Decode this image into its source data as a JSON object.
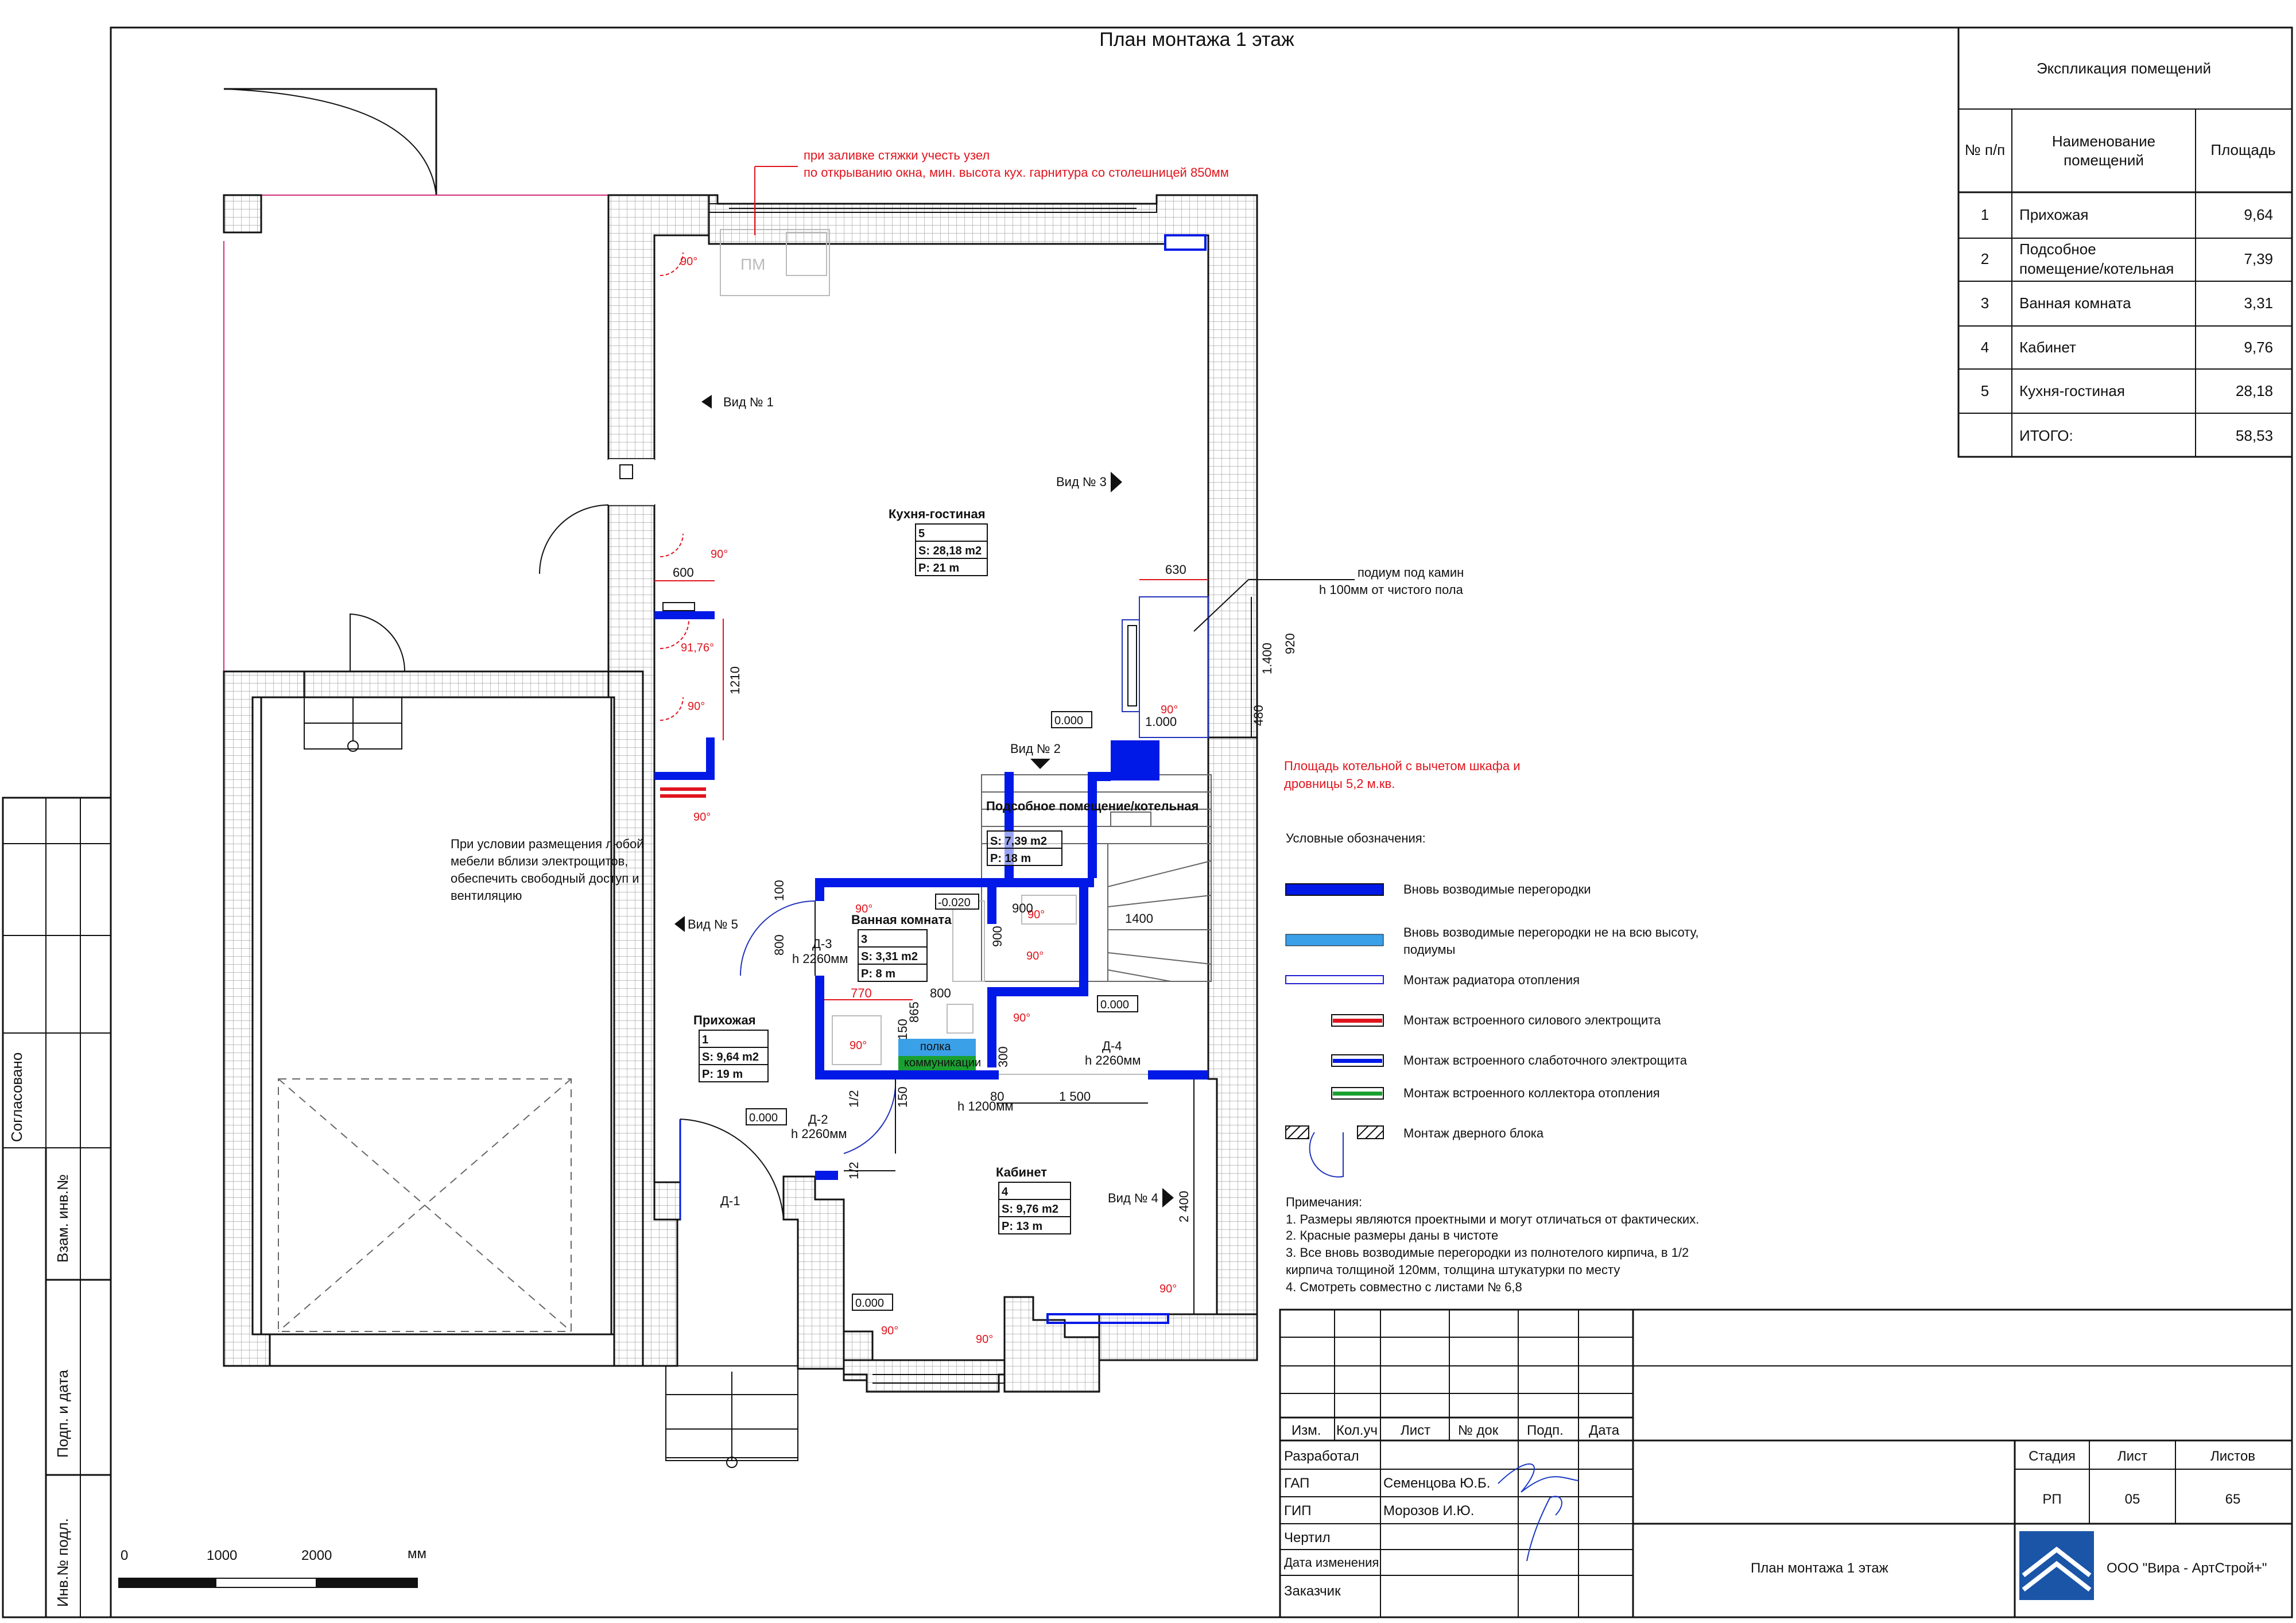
{
  "sheet": {
    "title": "План монтажа 1 этаж",
    "scale": {
      "t0": "0",
      "t1": "1000",
      "t2": "2000",
      "unit": "мм"
    }
  },
  "notes": {
    "screed1": "при заливке стяжки учесть узел",
    "screed2": "по открыванию окна, мин. высота кух. гарнитура со столешницей 850мм",
    "podium1": "подиум под камин",
    "podium2": "h 100мм от чистого пола",
    "boiler1": "Площадь котельной с вычетом шкафа и",
    "boiler2": "дровницы 5,2 м.кв.",
    "furn1": "При условии размещения любой",
    "furn2": "мебели вблизи электрощитов,",
    "furn3": "обеспечить свободный доступ и",
    "furn4": "вентиляцию"
  },
  "rooms": {
    "kitchen": {
      "name": "Кухня-гостиная",
      "num": "5",
      "s": "S: 28,18 m2",
      "p": "P: 21 m"
    },
    "utility": {
      "name": "Подсобное помещение/котельная",
      "s": "S: 7,39 m2",
      "p": "P: 18 m"
    },
    "bath": {
      "name": "Ванная комната",
      "num": "3",
      "s": "S: 3,31 m2",
      "p": "P: 8 m"
    },
    "hall": {
      "name": "Прихожая",
      "num": "1",
      "s": "S: 9,64 m2",
      "p": "P: 19 m"
    },
    "office": {
      "name": "Кабинет",
      "num": "4",
      "s": "S: 9,76 m2",
      "p": "P: 13 m"
    }
  },
  "views": {
    "v1": "Вид № 1",
    "v2": "Вид № 2",
    "v3": "Вид № 3",
    "v4": "Вид № 4",
    "v5": "Вид № 5"
  },
  "doors": {
    "d1": "Д-1",
    "d2": "Д-2",
    "d2h": "h 2260мм",
    "d3": "Д-3",
    "d3h": "h 2260мм",
    "d4": "Д-4",
    "d4h": "h 2260мм"
  },
  "labels": {
    "pm": "ПМ",
    "niche1": "полка",
    "niche2": "коммуникации",
    "h1200": "h 1200мм",
    "lvl0": "0.000",
    "lvlm": "-0.020",
    "a90": "90°",
    "a9176": "91,76°"
  },
  "dims": {
    "d600": "600",
    "d1210": "1210",
    "d630": "630",
    "d1400": "1.400",
    "d920": "920",
    "d480": "480",
    "d1000": "1.000",
    "d900": "900",
    "d1400b": "1400",
    "d100": "100",
    "d800": "800",
    "d770": "770",
    "d865": "865",
    "d150": "150",
    "d300": "300",
    "d80": "80",
    "d1500": "1 500",
    "d12": "1/2",
    "d2400": "2 400"
  },
  "explication": {
    "title": "Экспликация помещений",
    "h_num": "№ п/п",
    "h_name1": "Наименование",
    "h_name2": "помещений",
    "h_area": "Площадь",
    "rows": [
      {
        "n": "1",
        "name": "Прихожая",
        "area": "9,64"
      },
      {
        "n": "2",
        "name": "Подсобное",
        "name2": "помещение/котельная",
        "area": "7,39"
      },
      {
        "n": "3",
        "name": "Ванная комната",
        "area": "3,31"
      },
      {
        "n": "4",
        "name": "Кабинет",
        "area": "9,76"
      },
      {
        "n": "5",
        "name": "Кухня-гостиная",
        "area": "28,18"
      }
    ],
    "total_label": "ИТОГО:",
    "total": "58,53"
  },
  "legend": {
    "title": "Условные обозначения:",
    "items": [
      {
        "label": "Вновь возводимые перегородки",
        "color": "#0019e6"
      },
      {
        "label": "Вновь возводимые перегородки не на всю высоту,",
        "label2": "подиумы",
        "color": "#3aa0e8"
      },
      {
        "label": "Монтаж радиатора отопления",
        "color": "#2020d0"
      },
      {
        "label": "Монтаж встроенного силового электрощита",
        "color": "#e0141e"
      },
      {
        "label": "Монтаж встроенного слаботочного электрощита",
        "color": "#0019e6"
      },
      {
        "label": "Монтаж встроенного коллектора отопления",
        "color": "#1aa031"
      },
      {
        "label": "Монтаж дверного блока"
      }
    ]
  },
  "remarks": {
    "title": "Примечания:",
    "lines": [
      "1. Размеры являются проектными и могут отличаться от фактических.",
      "2. Красные размеры даны в чистоте",
      "3. Все вновь возводимые перегородки из полнотелого кирпича, в 1/2",
      "кирпича толщиной 120мм, толщина штукатурки по месту",
      "4. Смотреть совместно с листами № 6,8"
    ]
  },
  "stamp": {
    "cols": [
      "Изм.",
      "Кол.уч",
      "Лист",
      "№ док",
      "Подп.",
      "Дата"
    ],
    "roles": [
      "Разработал",
      "ГАП",
      "ГИП",
      "Чертил",
      "Дата изменения",
      "Заказчик"
    ],
    "gap_name": "Семенцова Ю.Б.",
    "gip_name": "Морозов И.Ю.",
    "stage_h": "Стадия",
    "sheet_h": "Лист",
    "sheets_h": "Листов",
    "stage": "РП",
    "sheet": "05",
    "sheets": "65",
    "title": "План монтажа 1 этаж",
    "company": "ООО \"Вира - АртСтрой+\""
  },
  "side": {
    "agreed": "Согласовано",
    "inv_vz": "Взам. инв.№",
    "sign_date": "Подп. и дата",
    "inv_orig": "Инв.№ подл."
  }
}
